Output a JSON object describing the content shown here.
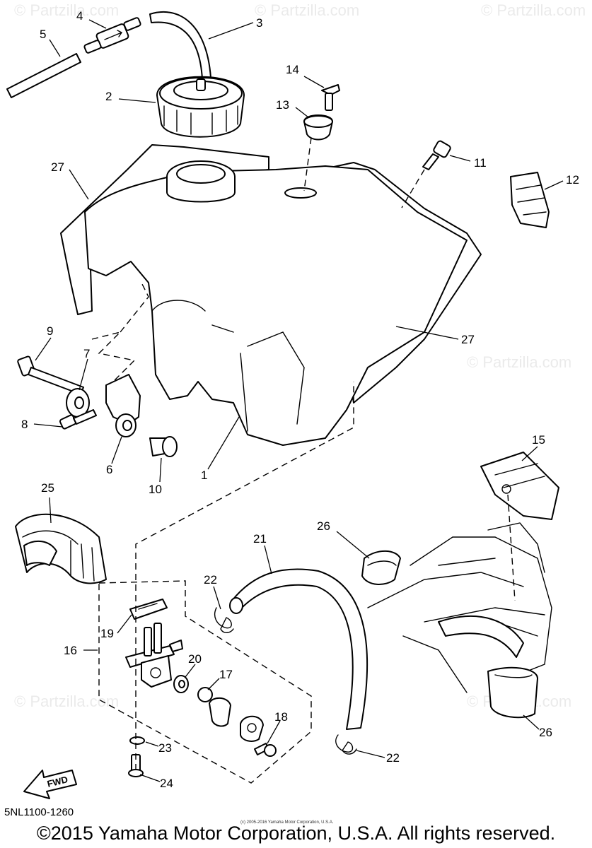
{
  "diagram_code": "5NL1100-1260",
  "copyright": "©2015 Yamaha Motor Corporation, U.S.A. All rights reserved.",
  "small_print": "(c) 2005-2016 Yamaha Motor Corporation, U.S.A.",
  "watermark": "© Partzilla.com",
  "fwd_label": "FWD",
  "callouts": {
    "c1": "1",
    "c2": "2",
    "c3": "3",
    "c4": "4",
    "c5": "5",
    "c6": "6",
    "c7": "7",
    "c8": "8",
    "c9": "9",
    "c10": "10",
    "c11": "11",
    "c12": "12",
    "c13": "13",
    "c14": "14",
    "c15": "15",
    "c16": "16",
    "c17": "17",
    "c18": "18",
    "c19": "19",
    "c20": "20",
    "c21": "21",
    "c22a": "22",
    "c22b": "22",
    "c23": "23",
    "c24": "24",
    "c25": "25",
    "c26a": "26",
    "c26b": "26",
    "c27a": "27",
    "c27b": "27"
  }
}
